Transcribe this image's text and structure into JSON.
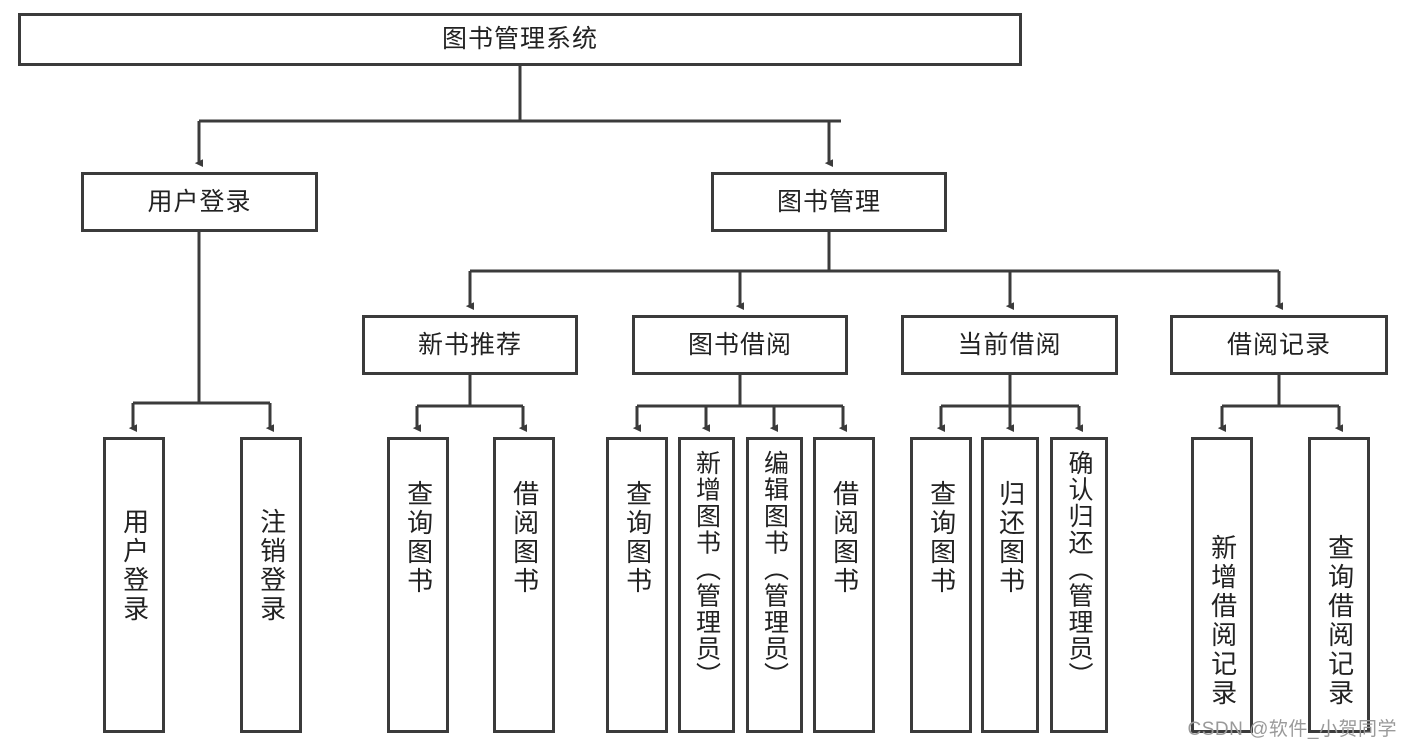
{
  "diagram": {
    "type": "tree-hierarchy",
    "title": "图书管理系统",
    "colors": {
      "stroke": "#3b3b3b",
      "fill": "#ffffff",
      "text": "#222222",
      "watermark": "#9a9a9a",
      "background": "#ffffff"
    },
    "levels": {
      "root": {
        "label": "图书管理系统"
      },
      "level2": [
        {
          "label": "用户登录"
        },
        {
          "label": "图书管理"
        }
      ],
      "level3": [
        {
          "label": "新书推荐"
        },
        {
          "label": "图书借阅"
        },
        {
          "label": "当前借阅"
        },
        {
          "label": "借阅记录"
        }
      ],
      "leaves": [
        {
          "label": "用户登录",
          "parent": "用户登录"
        },
        {
          "label": "注销登录",
          "parent": "用户登录"
        },
        {
          "label": "查询图书",
          "parent": "新书推荐"
        },
        {
          "label": "借阅图书",
          "parent": "新书推荐"
        },
        {
          "label": "查询图书",
          "parent": "图书借阅"
        },
        {
          "label": "新增图书（管理员）",
          "parent": "图书借阅"
        },
        {
          "label": "编辑图书（管理员）",
          "parent": "图书借阅"
        },
        {
          "label": "借阅图书",
          "parent": "图书借阅"
        },
        {
          "label": "查询图书",
          "parent": "当前借阅"
        },
        {
          "label": "归还图书",
          "parent": "当前借阅"
        },
        {
          "label": "确认归还（管理员）",
          "parent": "当前借阅"
        },
        {
          "label": "新增借阅记录",
          "parent": "借阅记录"
        },
        {
          "label": "查询借阅记录",
          "parent": "借阅记录"
        }
      ]
    },
    "watermark": "CSDN @软件_小贺同学"
  }
}
